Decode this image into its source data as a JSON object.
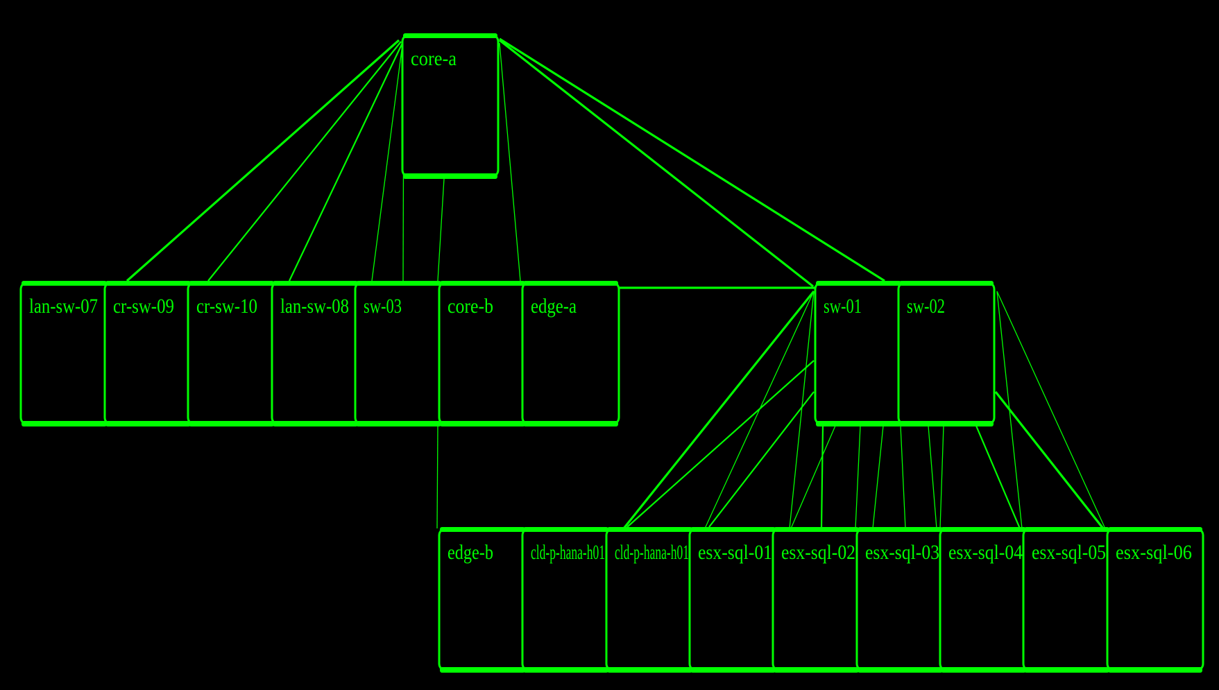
{
  "diagram": {
    "background": "#000000",
    "stroke_color": "#00ff00",
    "text_color": "#00ff00",
    "nodes": [
      {
        "id": "core-a",
        "label": "core-a"
      },
      {
        "id": "lan-sw-07",
        "label": "lan-sw-07"
      },
      {
        "id": "cr-sw-09",
        "label": "cr-sw-09"
      },
      {
        "id": "cr-sw-10",
        "label": "cr-sw-10"
      },
      {
        "id": "lan-sw-08",
        "label": "lan-sw-08"
      },
      {
        "id": "sw-03",
        "label": "sw-03"
      },
      {
        "id": "core-b",
        "label": "core-b"
      },
      {
        "id": "edge-a",
        "label": "edge-a"
      },
      {
        "id": "sw-01",
        "label": "sw-01"
      },
      {
        "id": "sw-02",
        "label": "sw-02"
      },
      {
        "id": "edge-b",
        "label": "edge-b"
      },
      {
        "id": "cld-p-hana-h01-a",
        "label": "cld-p-hana-h01"
      },
      {
        "id": "cld-p-hana-h01-b",
        "label": "cld-p-hana-h01"
      },
      {
        "id": "esx-sql-01",
        "label": "esx-sql-01"
      },
      {
        "id": "esx-sql-02",
        "label": "esx-sql-02"
      },
      {
        "id": "esx-sql-03",
        "label": "esx-sql-03"
      },
      {
        "id": "esx-sql-04",
        "label": "esx-sql-04"
      },
      {
        "id": "esx-sql-05",
        "label": "esx-sql-05"
      },
      {
        "id": "esx-sql-06",
        "label": "esx-sql-06"
      }
    ],
    "links": [
      {
        "from": "core-a",
        "to": "cr-sw-09",
        "weight": "heavy"
      },
      {
        "from": "core-a",
        "to": "cr-sw-10",
        "weight": "medium"
      },
      {
        "from": "core-a",
        "to": "lan-sw-08",
        "weight": "medium"
      },
      {
        "from": "core-a",
        "to": "sw-03",
        "weight": "light"
      },
      {
        "from": "core-a",
        "to": "core-b",
        "weight": "light"
      },
      {
        "from": "core-a",
        "to": "core-b",
        "weight": "light"
      },
      {
        "from": "core-a",
        "to": "edge-a",
        "weight": "light"
      },
      {
        "from": "core-a",
        "to": "sw-01",
        "weight": "heavy"
      },
      {
        "from": "core-a",
        "to": "sw-02",
        "weight": "heavy"
      },
      {
        "from": "edge-a",
        "to": "sw-01",
        "weight": "heavy"
      },
      {
        "from": "core-b",
        "to": "edge-b",
        "weight": "light"
      },
      {
        "from": "sw-01",
        "to": "cld-p-hana-h01-b",
        "weight": "heavy"
      },
      {
        "from": "sw-01",
        "to": "cld-p-hana-h01-b",
        "weight": "medium"
      },
      {
        "from": "sw-01",
        "to": "esx-sql-01",
        "weight": "light"
      },
      {
        "from": "sw-01",
        "to": "esx-sql-01",
        "weight": "medium"
      },
      {
        "from": "sw-01",
        "to": "esx-sql-02",
        "weight": "light"
      },
      {
        "from": "sw-01",
        "to": "esx-sql-02",
        "weight": "light"
      },
      {
        "from": "sw-01",
        "to": "esx-sql-02",
        "weight": "medium"
      },
      {
        "from": "sw-01",
        "to": "esx-sql-03",
        "weight": "light"
      },
      {
        "from": "sw-01",
        "to": "esx-sql-03",
        "weight": "light"
      },
      {
        "from": "sw-02",
        "to": "esx-sql-03",
        "weight": "light"
      },
      {
        "from": "sw-02",
        "to": "esx-sql-04",
        "weight": "light"
      },
      {
        "from": "sw-02",
        "to": "esx-sql-04",
        "weight": "light"
      },
      {
        "from": "sw-02",
        "to": "esx-sql-05",
        "weight": "medium"
      },
      {
        "from": "sw-02",
        "to": "esx-sql-05",
        "weight": "light"
      },
      {
        "from": "sw-02",
        "to": "esx-sql-06",
        "weight": "heavy"
      },
      {
        "from": "sw-02",
        "to": "esx-sql-06",
        "weight": "light"
      }
    ]
  }
}
